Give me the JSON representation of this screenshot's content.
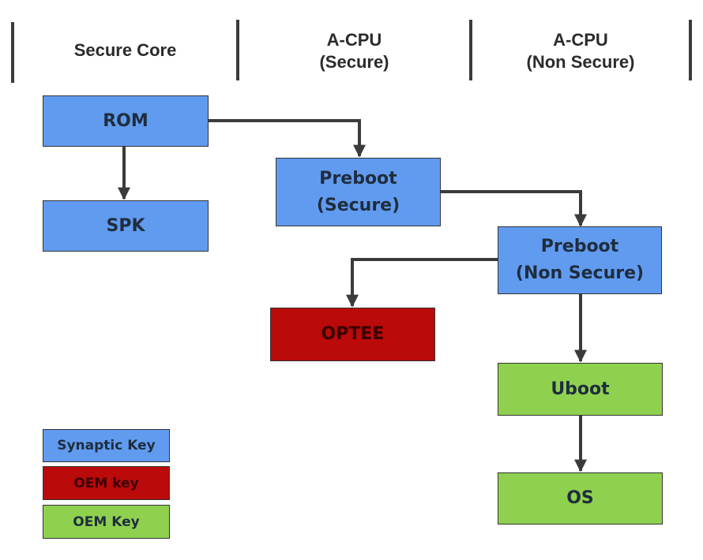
{
  "columns": [
    {
      "lines": [
        "Secure Core"
      ]
    },
    {
      "lines": [
        "A-CPU",
        "(Secure)"
      ]
    },
    {
      "lines": [
        "A-CPU",
        "(Non Secure)"
      ]
    }
  ],
  "nodes": {
    "rom": {
      "lines": [
        "ROM"
      ],
      "key": "synaptic"
    },
    "spk": {
      "lines": [
        "SPK"
      ],
      "key": "synaptic"
    },
    "preboot_secure": {
      "lines": [
        "Preboot",
        "(Secure)"
      ],
      "key": "synaptic"
    },
    "preboot_nonsecure": {
      "lines": [
        "Preboot",
        "(Non Secure)"
      ],
      "key": "synaptic"
    },
    "optee": {
      "lines": [
        "OPTEE"
      ],
      "key": "oem_red"
    },
    "uboot": {
      "lines": [
        "Uboot"
      ],
      "key": "oem_green"
    },
    "os": {
      "lines": [
        "OS"
      ],
      "key": "oem_green"
    }
  },
  "edges": [
    {
      "from": "ROM",
      "to": "SPK"
    },
    {
      "from": "ROM",
      "to": "Preboot (Secure)"
    },
    {
      "from": "Preboot (Secure)",
      "to": "Preboot (Non Secure)"
    },
    {
      "from": "Preboot (Non Secure)",
      "to": "OPTEE"
    },
    {
      "from": "Preboot (Non Secure)",
      "to": "Uboot"
    },
    {
      "from": "Uboot",
      "to": "OS"
    }
  ],
  "legend": [
    {
      "label": "Synaptic Key",
      "color": "#619bf0"
    },
    {
      "label": "OEM key",
      "color": "#bb0a0a"
    },
    {
      "label": "OEM Key",
      "color": "#8fd14f"
    }
  ],
  "colors": {
    "synaptic": "#619bf0",
    "oem_red": "#bb0a0a",
    "oem_green": "#8fd14f",
    "line": "#3b3b3b"
  }
}
